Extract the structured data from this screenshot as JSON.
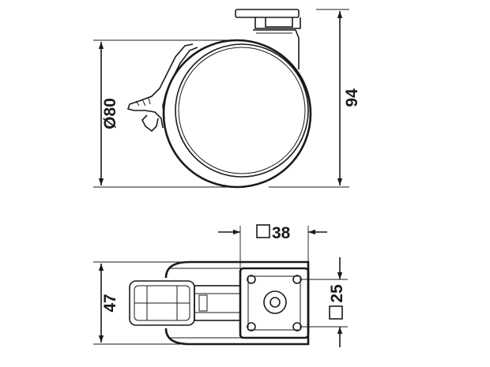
{
  "side_view": {
    "diameter_label": "Ø80",
    "height_label": "94"
  },
  "top_view": {
    "plate_width_label": "38",
    "hole_spacing_label": "25",
    "total_width_label": "47"
  }
}
